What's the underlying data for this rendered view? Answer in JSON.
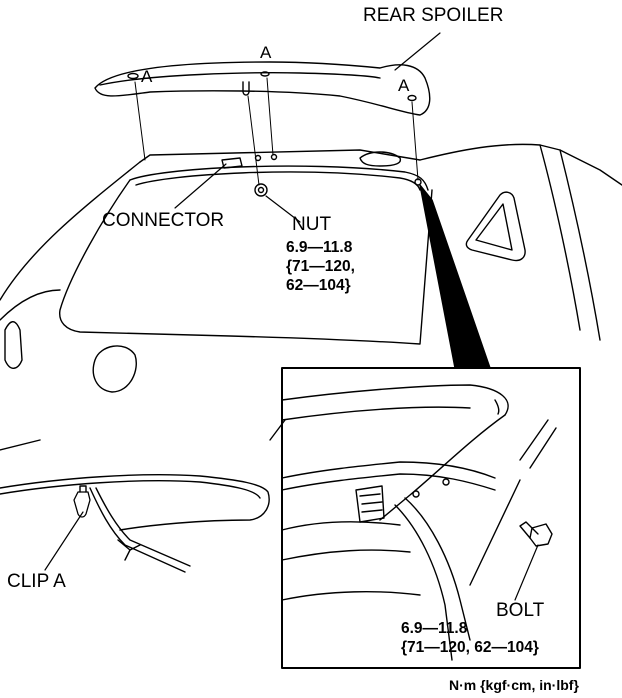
{
  "labels": {
    "rear_spoiler": "REAR SPOILER",
    "connector": "CONNECTOR",
    "nut": "NUT",
    "clip_a": "CLIP A",
    "bolt": "BOLT",
    "clip_ref": "A"
  },
  "torque": {
    "nut": [
      "6.9—11.8",
      "{71—120,",
      "62—104}"
    ],
    "bolt": [
      "6.9—11.8",
      "{71—120, 62—104}"
    ]
  },
  "units": "N·m {kgf·cm, in·lbf}"
}
